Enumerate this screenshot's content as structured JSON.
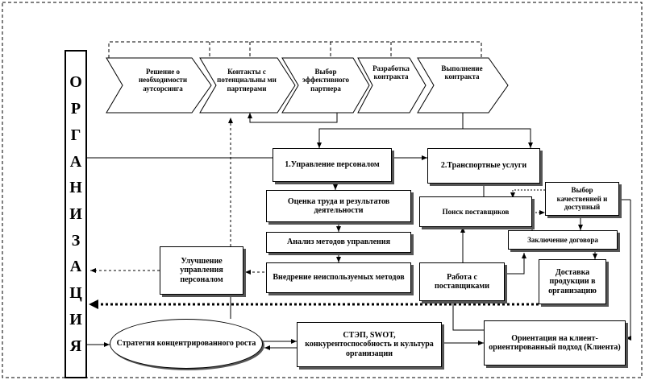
{
  "organization": {
    "letters": [
      "О",
      "Р",
      "Г",
      "А",
      "Н",
      "И",
      "З",
      "А",
      "Ц",
      "И",
      "Я"
    ]
  },
  "stages": [
    "Решение о необходимости аутсорсинга",
    "Контакты с потенциальны ми партнерами",
    "Выбор эффективного партнера",
    "Разработка контракта",
    "Выполнение контракта"
  ],
  "personnel": {
    "title": "1.Управление персоналом",
    "steps": [
      "Оценка труда и результатов деятельности",
      "Анализ методов управления",
      "Внедрение неиспользуемых методов"
    ],
    "improvement": "Улучшение управления персоналом"
  },
  "transport": {
    "title": "2.Транспортные услуги",
    "supplier_search": "Поиск поставщиков",
    "choice": "Выбор качественней и доступный",
    "contract": "Заключение договора",
    "work": "Работа с поставщиками",
    "delivery": "Доставка продукции в организацию"
  },
  "strategy": "Стратегия концентрированного роста",
  "analysis": "СТЭП, SWOT, конкурентоспособность и культура организации",
  "orientation": "Ориентация на клиент-ориентированный подход (Клиента)"
}
